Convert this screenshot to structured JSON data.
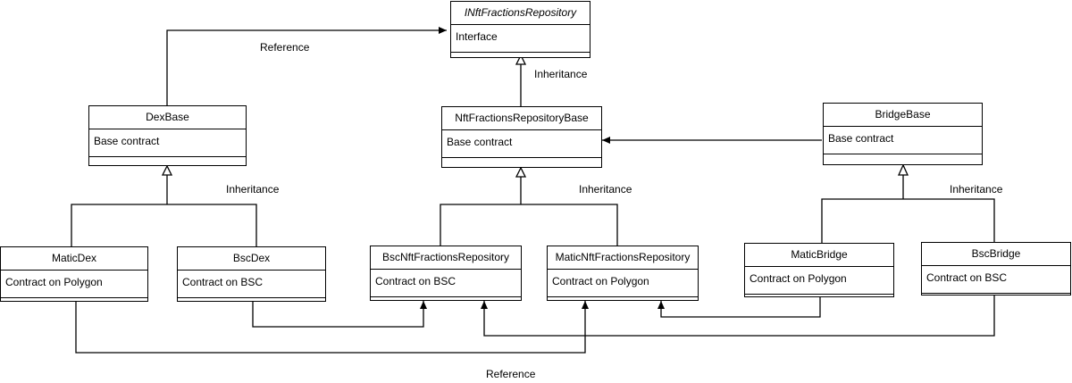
{
  "classes": {
    "inft": {
      "name": "INftFractionsRepository",
      "attr": "Interface"
    },
    "dexbase": {
      "name": "DexBase",
      "attr": "Base contract"
    },
    "nftbase": {
      "name": "NftFractionsRepositoryBase",
      "attr": "Base contract"
    },
    "bridgebase": {
      "name": "BridgeBase",
      "attr": "Base contract"
    },
    "maticdex": {
      "name": "MaticDex",
      "attr": "Contract on Polygon"
    },
    "bscdex": {
      "name": "BscDex",
      "attr": "Contract on BSC"
    },
    "bscnft": {
      "name": "BscNftFractionsRepository",
      "attr": "Contract on BSC"
    },
    "maticnft": {
      "name": "MaticNftFractionsRepository",
      "attr": "Contract on Polygon"
    },
    "maticbridge": {
      "name": "MaticBridge",
      "attr": "Contract on Polygon"
    },
    "bscbridge": {
      "name": "BscBridge",
      "attr": "Contract on BSC"
    }
  },
  "labels": {
    "reference_top": "Reference",
    "inheritance_interface": "Inheritance",
    "inheritance_dex": "Inheritance",
    "inheritance_nft": "Inheritance",
    "inheritance_bridge": "Inheritance",
    "reference_bottom": "Reference"
  }
}
